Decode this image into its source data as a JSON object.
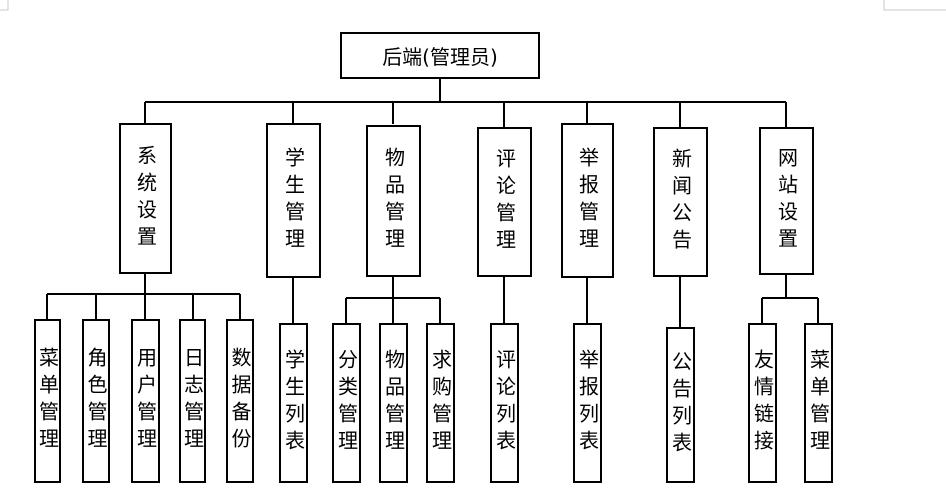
{
  "root": {
    "label": "后端(管理员)"
  },
  "modules": [
    {
      "label": "系统设置",
      "children": [
        "菜单管理",
        "角色管理",
        "用户管理",
        "日志管理",
        "数据备份"
      ]
    },
    {
      "label": "学生管理",
      "children": [
        "学生列表"
      ]
    },
    {
      "label": "物品管理",
      "children": [
        "分类管理",
        "物品管理",
        "求购管理"
      ]
    },
    {
      "label": "评论管理",
      "children": [
        "评论列表"
      ]
    },
    {
      "label": "举报管理",
      "children": [
        "举报列表"
      ]
    },
    {
      "label": "新闻公告",
      "children": [
        "公告列表"
      ]
    },
    {
      "label": "网站设置",
      "children": [
        "友情链接",
        "菜单管理"
      ]
    }
  ]
}
